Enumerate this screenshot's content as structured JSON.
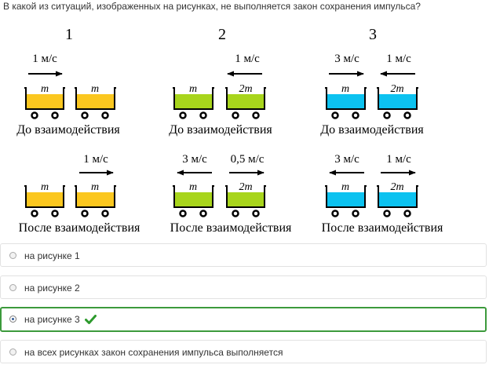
{
  "question": {
    "text": "В какой из ситуаций, изображенных на рисунках, не выполняется закон сохранения импульса?"
  },
  "figure": {
    "panel_numbers": [
      "1",
      "2",
      "3"
    ],
    "before_label": "До взаимодействия",
    "after_label": "После взаимодействия",
    "colors": {
      "panel1": "#fbc71f",
      "panel2": "#a8d51c",
      "panel3": "#0cc2f0"
    },
    "panels": [
      {
        "before": {
          "left_speed": "1 м/с",
          "right_speed": "",
          "left_mass": "m",
          "right_mass": "m"
        },
        "after": {
          "left_speed": "",
          "right_speed": "1 м/с",
          "left_mass": "m",
          "right_mass": "m"
        }
      },
      {
        "before": {
          "left_speed": "",
          "right_speed": "1 м/с",
          "left_mass": "m",
          "right_mass": "2m"
        },
        "after": {
          "left_speed": "3 м/с",
          "right_speed": "0,5 м/с",
          "left_mass": "m",
          "right_mass": "2m"
        }
      },
      {
        "before": {
          "left_speed": "3 м/с",
          "right_speed": "1 м/с",
          "left_mass": "m",
          "right_mass": "2m"
        },
        "after": {
          "left_speed": "3 м/с",
          "right_speed": "1 м/с",
          "left_mass": "m",
          "right_mass": "2m"
        }
      }
    ]
  },
  "options": [
    {
      "label": "на рисунке 1",
      "selected": false
    },
    {
      "label": "на рисунке 2",
      "selected": false
    },
    {
      "label": "на рисунке 3",
      "selected": true,
      "status_icon": "checkmark-icon",
      "status_color": "#2d9a2d"
    },
    {
      "label": "на всех рисунках закон сохранения импульса выполняется",
      "selected": false
    }
  ]
}
